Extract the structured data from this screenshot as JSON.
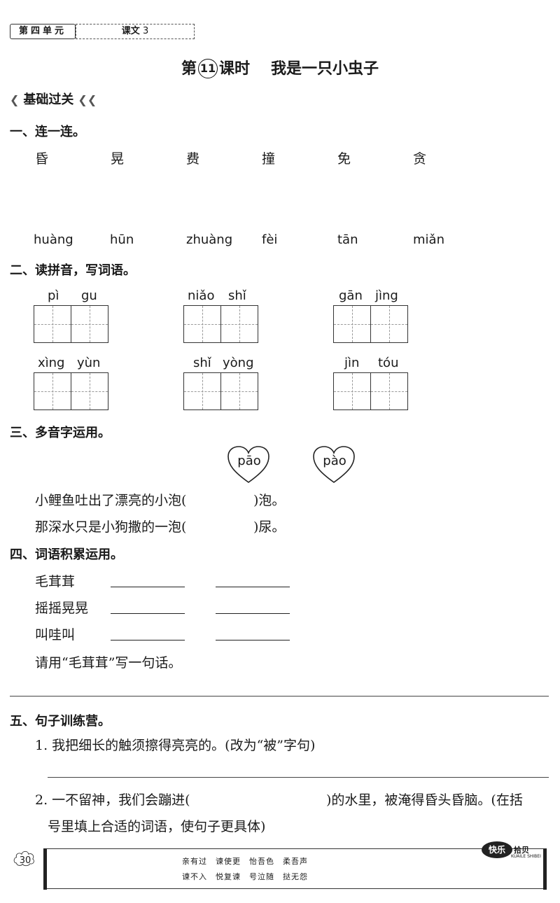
{
  "header": {
    "unit_label": "第四单元",
    "lesson_prefix": "课文",
    "lesson_number": "3"
  },
  "title": {
    "prefix": "第",
    "number": "11",
    "suffix": "课时",
    "name": "我是一只小虫子"
  },
  "banner": {
    "label": "基础过关"
  },
  "sec1": {
    "heading": "一、连一连。",
    "chars": [
      "昏",
      "晃",
      "费",
      "撞",
      "免",
      "贪"
    ],
    "pinyins": [
      "huàng",
      "hūn",
      "zhuàng",
      "fèi",
      "tān",
      "miǎn"
    ]
  },
  "sec2": {
    "heading": "二、读拼音，写词语。",
    "items": [
      {
        "syll": [
          "pì",
          "gu"
        ]
      },
      {
        "syll": [
          "niǎo",
          "shǐ"
        ]
      },
      {
        "syll": [
          "gān",
          "jìng"
        ]
      },
      {
        "syll": [
          "xìng",
          "yùn"
        ]
      },
      {
        "syll": [
          "shǐ",
          "yòng"
        ]
      },
      {
        "syll": [
          "jìn",
          "tóu"
        ]
      }
    ]
  },
  "sec3": {
    "heading": "三、多音字运用。",
    "hearts": [
      "pāo",
      "pào"
    ],
    "s1_before": "小鲤鱼吐出了漂亮的小泡(",
    "s1_after": ")泡。",
    "s2_before": "那深水只是小狗撒的一泡(",
    "s2_after": ")尿。"
  },
  "sec4": {
    "heading": "四、词语积累运用。",
    "words": [
      "毛茸茸",
      "摇摇晃晃",
      "叫哇叫"
    ],
    "prompt": "请用“毛茸茸”写一句话。"
  },
  "sec5": {
    "heading": "五、句子训练营。",
    "q1": "1. 我把细长的触须擦得亮亮的。(改为“被”字句)",
    "q2_before": "2. 一不留神，我们会蹦进(",
    "q2_after": ")的水里，被淹得昏头昏脑。(在括",
    "q2_line2": "号里填上合适的词语，使句子更具体)"
  },
  "footer": {
    "page": "30",
    "line1": "亲有过　谏使更　怡吾色　柔吾声",
    "line2": "谏不入　悦复谏　号泣随　挞无怨",
    "badge": "快乐",
    "badge_side": "拾贝",
    "badge_small": "KUAILE SHIBEI"
  }
}
